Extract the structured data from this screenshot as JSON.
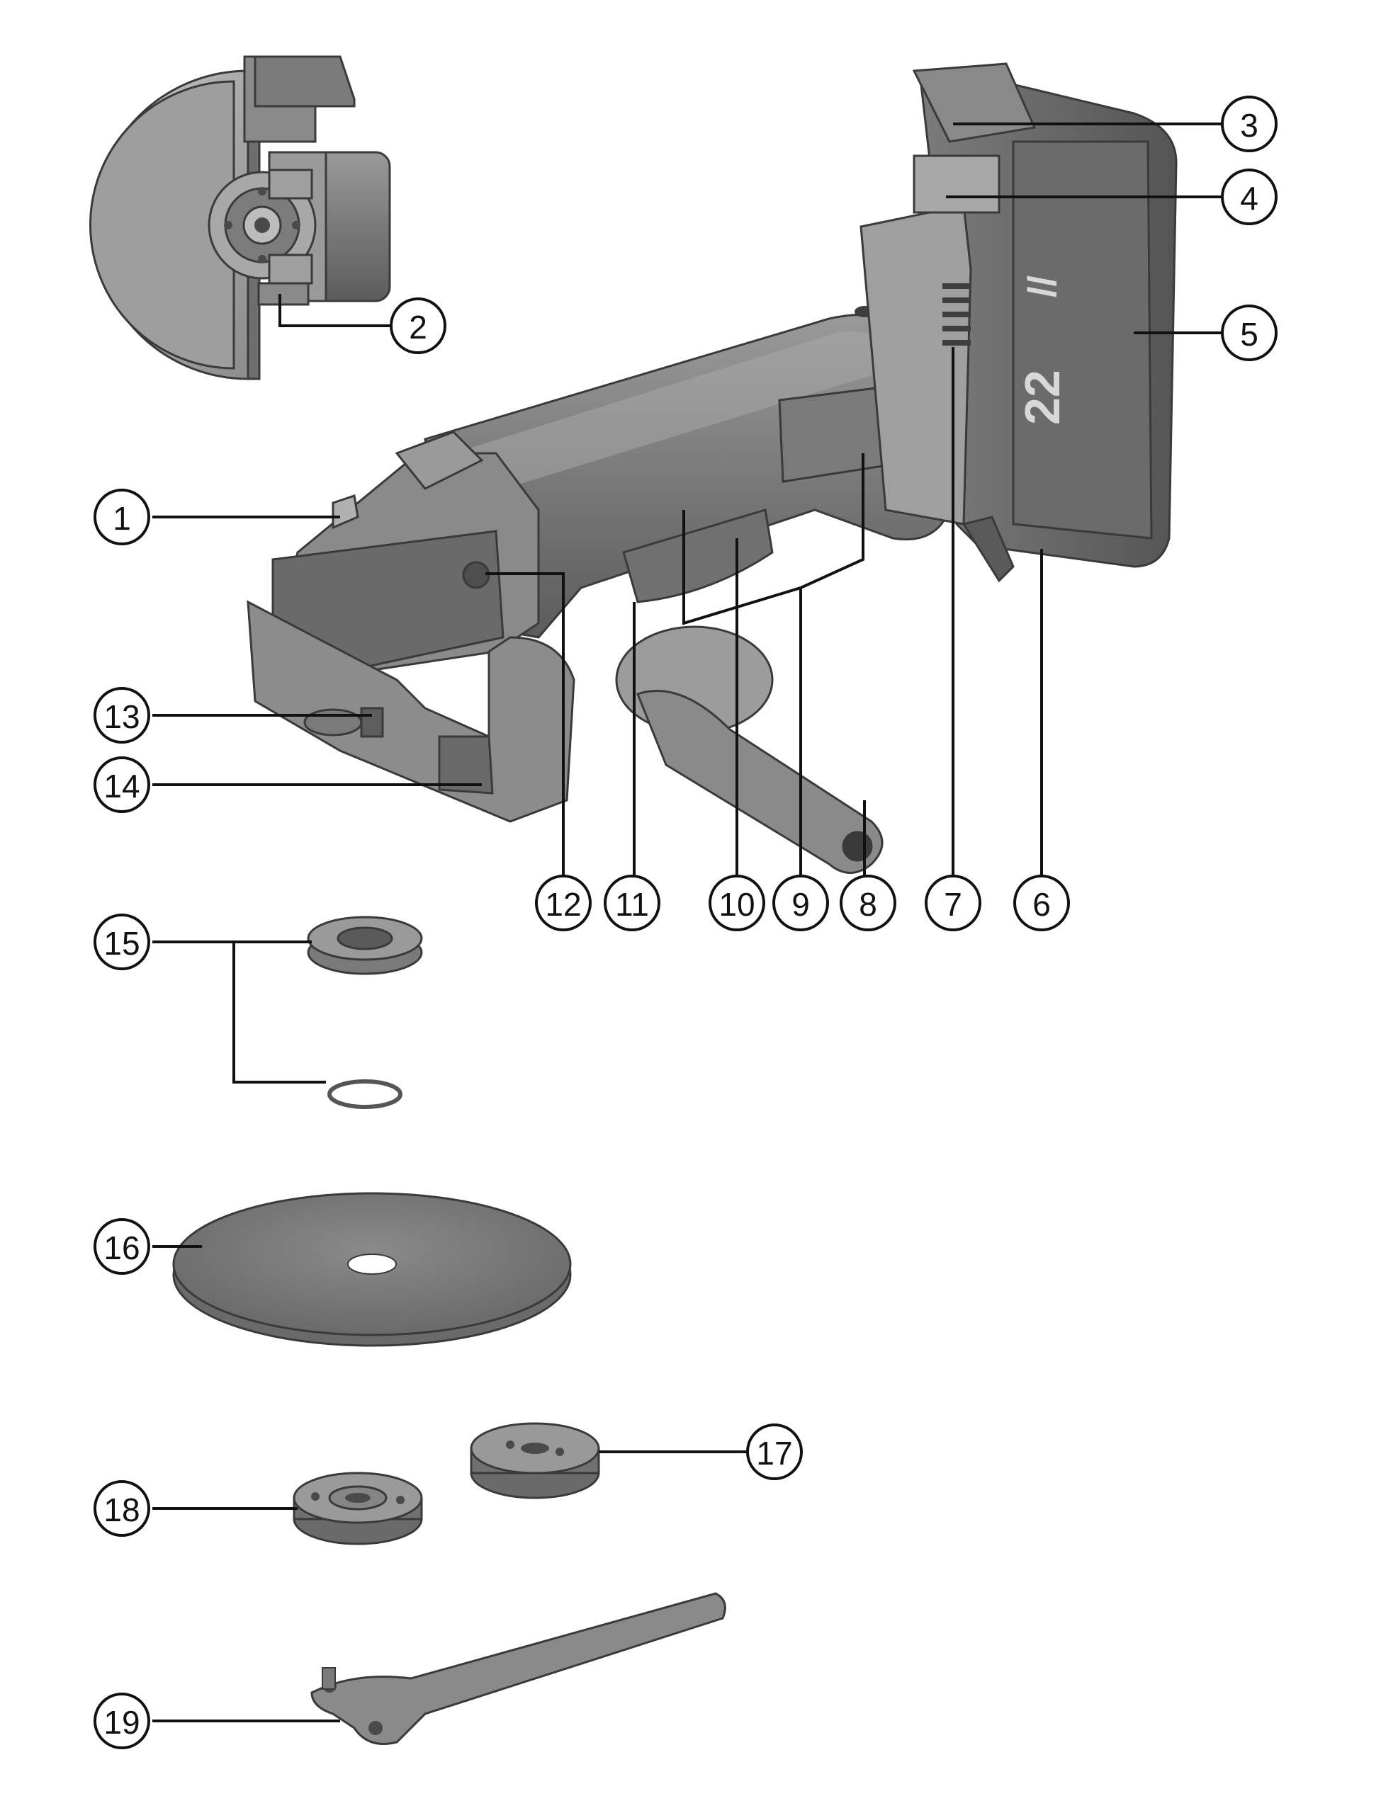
{
  "colors": {
    "body_dark": "#666666",
    "body_mid": "#8a8a8a",
    "body_light": "#b5b5b5",
    "outline": "#3a3a3a",
    "callout": "#111111",
    "background": "#ffffff"
  },
  "battery": {
    "voltage_text": "22",
    "brand_mark": "//"
  },
  "callouts": [
    {
      "label": "1"
    },
    {
      "label": "2"
    },
    {
      "label": "3"
    },
    {
      "label": "4"
    },
    {
      "label": "5"
    },
    {
      "label": "6"
    },
    {
      "label": "7"
    },
    {
      "label": "8"
    },
    {
      "label": "9"
    },
    {
      "label": "10"
    },
    {
      "label": "11"
    },
    {
      "label": "12"
    },
    {
      "label": "13"
    },
    {
      "label": "14"
    },
    {
      "label": "15"
    },
    {
      "label": "16"
    },
    {
      "label": "17"
    },
    {
      "label": "18"
    },
    {
      "label": "19"
    }
  ]
}
